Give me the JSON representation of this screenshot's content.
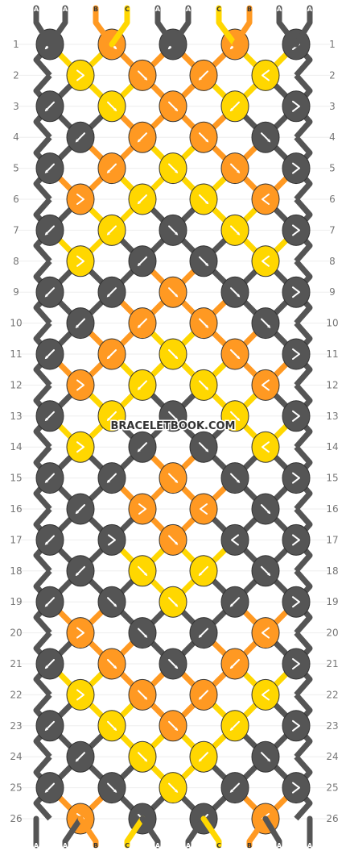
{
  "watermark": "BRACELETBOOK.COM",
  "colors": {
    "A": "#555555",
    "B": "#FF9922",
    "C": "#FFD700"
  },
  "top_strands": [
    "A",
    "A",
    "B",
    "C",
    "A",
    "A",
    "C",
    "B",
    "A",
    "A"
  ],
  "bottom_strands": [
    "A",
    "A",
    "B",
    "C",
    "A",
    "A",
    "C",
    "B",
    "A",
    "A"
  ],
  "row_numbers": [
    "1",
    "2",
    "3",
    "4",
    "5",
    "6",
    "7",
    "8",
    "9",
    "10",
    "11",
    "12",
    "13",
    "14",
    "15",
    "16",
    "17",
    "18",
    "19",
    "20",
    "21",
    "22",
    "23",
    "24",
    "25",
    "26"
  ],
  "knots": [
    [
      "A:BL",
      "B:BR",
      "A:BL",
      "B:BL",
      "A:FB"
    ],
    [
      "C:FB",
      "B:BR",
      "B:BL",
      "C:BF"
    ],
    [
      "A:BL",
      "C:BR",
      "B:BR",
      "C:BL",
      "A:FB"
    ],
    [
      "A:BL",
      "B:BL",
      "B:BR",
      "A:BR"
    ],
    [
      "A:BL",
      "B:BL",
      "C:BR",
      "B:BR",
      "A:FB"
    ],
    [
      "B:FB",
      "C:BL",
      "C:BR",
      "B:BF"
    ],
    [
      "A:BL",
      "C:BL",
      "A:BR",
      "C:BR",
      "A:FB"
    ],
    [
      "C:FB",
      "A:BL",
      "A:BR",
      "C:BF"
    ],
    [
      "A:BL",
      "A:BL",
      "B:BR",
      "A:BR",
      "A:FB"
    ],
    [
      "A:BL",
      "B:BL",
      "B:BR",
      "A:BR"
    ],
    [
      "A:BL",
      "B:BL",
      "C:BR",
      "B:BR",
      "A:FB"
    ],
    [
      "B:FB",
      "C:BL",
      "C:BR",
      "B:BF"
    ],
    [
      "A:BL",
      "C:BL",
      "A:BR",
      "C:BR",
      "A:FB"
    ],
    [
      "C:FB",
      "A:BL",
      "A:BR",
      "C:BF"
    ],
    [
      "A:BL",
      "A:BL",
      "B:BR",
      "A:BR",
      "A:FB"
    ],
    [
      "A:BL",
      "B:FB",
      "B:BF",
      "A:BR"
    ],
    [
      "A:BL",
      "A:FB",
      "B:BR",
      "A:BF",
      "A:FB"
    ],
    [
      "A:BL",
      "C:BR",
      "C:BL",
      "A:BR"
    ],
    [
      "A:BL",
      "A:BR",
      "C:BR",
      "A:BL",
      "A:FB"
    ],
    [
      "B:FB",
      "A:BR",
      "A:BL",
      "B:BF"
    ],
    [
      "A:BL",
      "B:BR",
      "A:BR",
      "B:BL",
      "A:FB"
    ],
    [
      "C:FB",
      "B:BR",
      "B:BL",
      "C:BF"
    ],
    [
      "A:BL",
      "C:BR",
      "B:BR",
      "C:BL",
      "A:FB"
    ],
    [
      "A:BL",
      "C:BR",
      "C:BL",
      "A:BR"
    ],
    [
      "A:BL",
      "A:BR",
      "C:BR",
      "A:BL",
      "A:FB"
    ],
    [
      "B:FB",
      "A:BR",
      "A:BL",
      "B:BF"
    ]
  ]
}
